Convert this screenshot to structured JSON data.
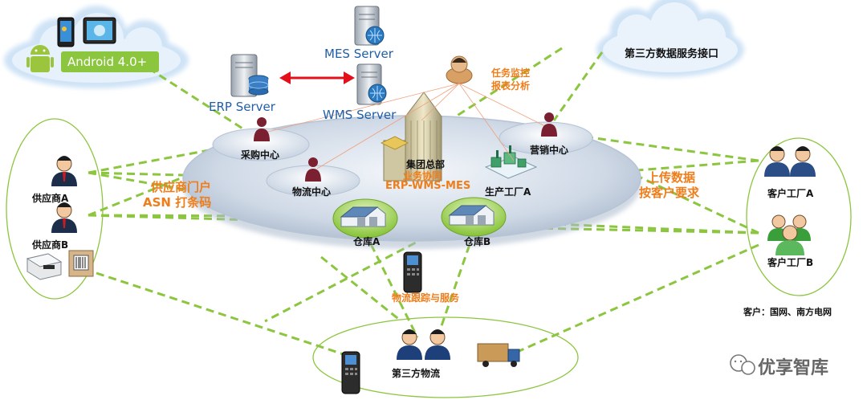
{
  "android": {
    "label": "Android 4.0+"
  },
  "servers": {
    "mes": "MES Server",
    "erp": "ERP  Server",
    "wms": "WMS Server"
  },
  "third_party_api": "第三方数据服务接口",
  "task_monitor": {
    "line1": "任务监控",
    "line2": "报表分析"
  },
  "hq": {
    "name": "集团总部",
    "sub1": "业务协同",
    "sub2": "ERP-WMS-MES"
  },
  "centers": {
    "purchase": "采购中心",
    "logistics": "物流中心",
    "sales": "营销中心",
    "factory": "生产工厂A"
  },
  "warehouses": {
    "a": "仓库A",
    "b": "仓库B"
  },
  "suppliers": {
    "a": "供应商A",
    "b": "供应商B"
  },
  "supplier_portal": {
    "line1": "供应商门户",
    "line2": "ASN 打条码"
  },
  "customers": {
    "a": "客户工厂A",
    "b": "客户工厂B",
    "note": "客户：国网、南方电网"
  },
  "upload": {
    "line1": "上传数据",
    "line2": "按客户要求"
  },
  "tracking": "物流跟踪与服务",
  "third_logistics": "第三方物流",
  "watermark": "优享智库",
  "colors": {
    "dash": "#8cc63f",
    "accent": "#ef7d1a",
    "server_text": "#1f5fa8",
    "arrow": "#e3101c"
  }
}
